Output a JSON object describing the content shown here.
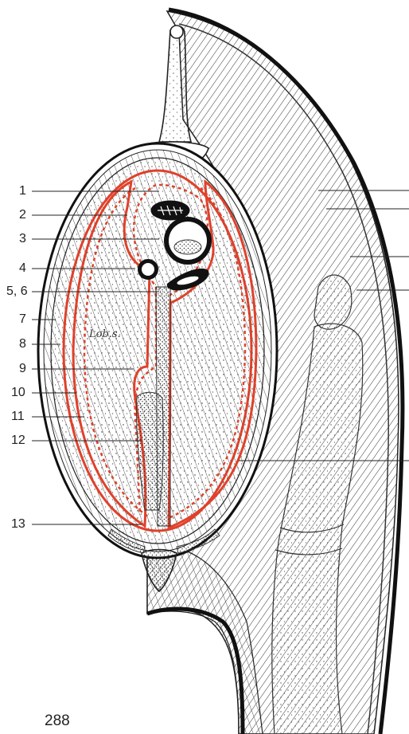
{
  "figure": {
    "page_number": "288",
    "region_label": "Lob.s.",
    "labels": [
      "1",
      "2",
      "3",
      "4",
      "5, 6",
      "7",
      "8",
      "9",
      "10",
      "11",
      "12",
      "13"
    ],
    "colors": {
      "ink": "#222222",
      "serosa_red": "#e0412b",
      "stipple": "#555555",
      "background": "#ffffff"
    }
  }
}
